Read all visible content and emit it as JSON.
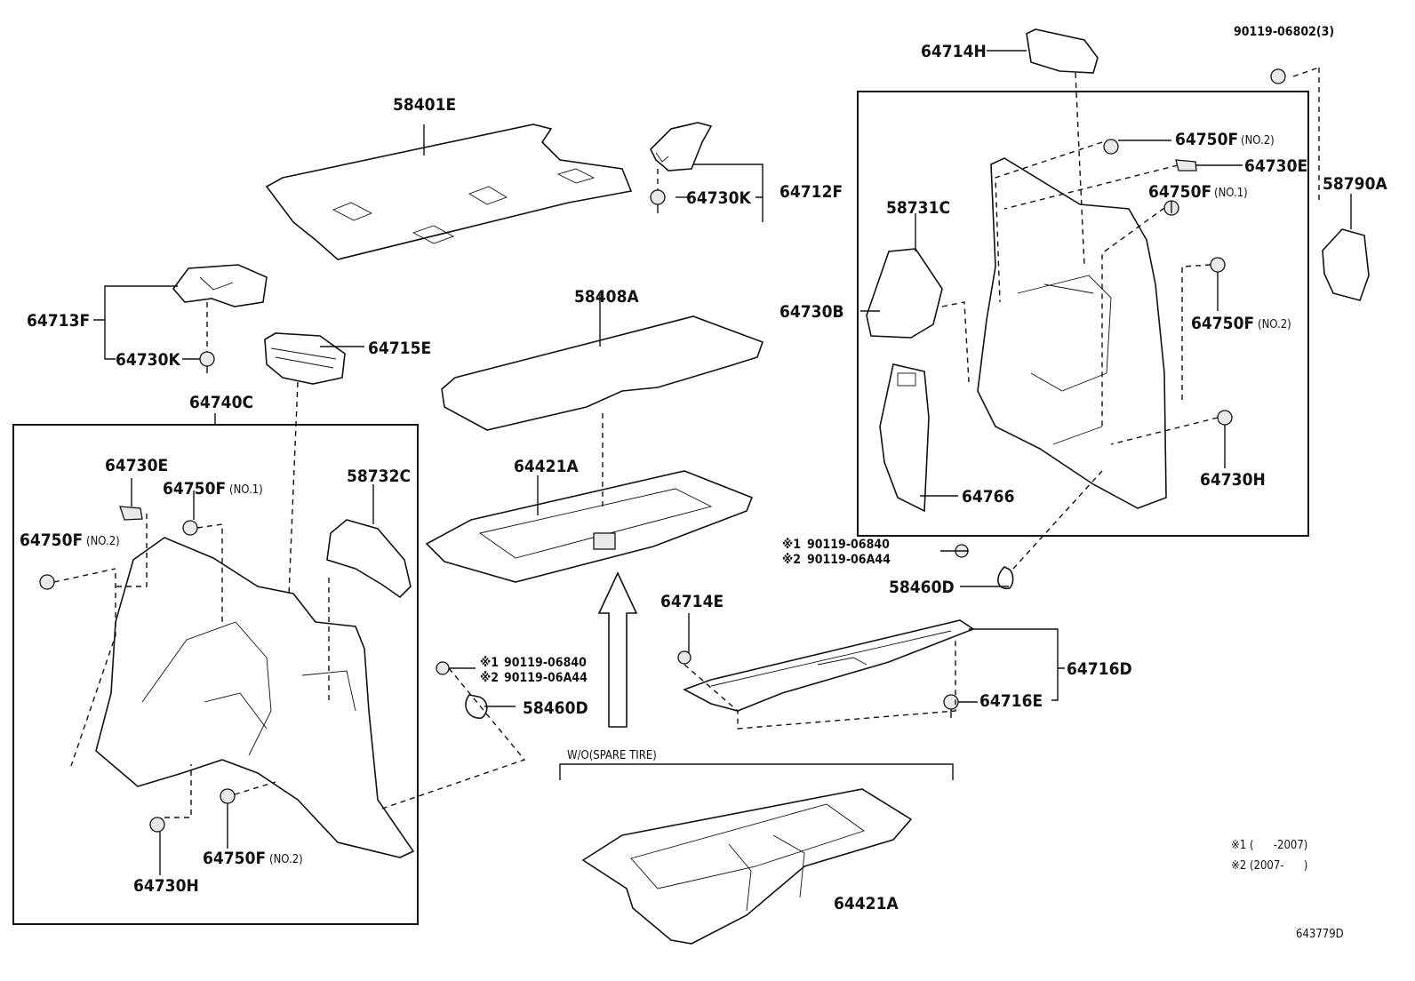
{
  "diagram_id": "643779D",
  "notes": {
    "note1": "※1 (      -2007)",
    "note2": "※2 (2007-      )"
  },
  "group_labels": {
    "wo_spare_tire": "W/O(SPARE TIRE)"
  },
  "parts": {
    "p58401E": "58401E",
    "p64712F": "64712F",
    "p64730K_top": "64730K",
    "p64713F": "64713F",
    "p64730K_left": "64730K",
    "p64715E": "64715E",
    "p64740C": "64740C",
    "p64730E_left": "64730E",
    "p64750F_no1_left": "64750F",
    "p64750F_no2_left": "64750F",
    "p58732C": "58732C",
    "p64730H_left": "64730H",
    "p64750F_no2_bottom": "64750F",
    "p58408A": "58408A",
    "p64421A_upper": "64421A",
    "p90119_mid": "90119-06840",
    "p90119_mid2": "90119-06A44",
    "p58460D_mid": "58460D",
    "p64714E": "64714E",
    "p64716D": "64716D",
    "p64716E": "64716E",
    "p64421A_lower": "64421A",
    "p64714H": "64714H",
    "p90119_top": "90119-06802(3)",
    "p58790A": "58790A",
    "p64750F_no2_r1": "64750F",
    "p64730E_right": "64730E",
    "p64750F_no1_right": "64750F",
    "p58731C": "58731C",
    "p64730B": "64730B",
    "p64750F_no2_r2": "64750F",
    "p64730H_right": "64730H",
    "p64766": "64766",
    "p90119_right": "90119-06840",
    "p90119_right2": "90119-06A44",
    "p58460D_right": "58460D"
  },
  "qualifiers": {
    "no1": "(NO.1)",
    "no2": "(NO.2)",
    "mark1": "※1",
    "mark2": "※2"
  }
}
